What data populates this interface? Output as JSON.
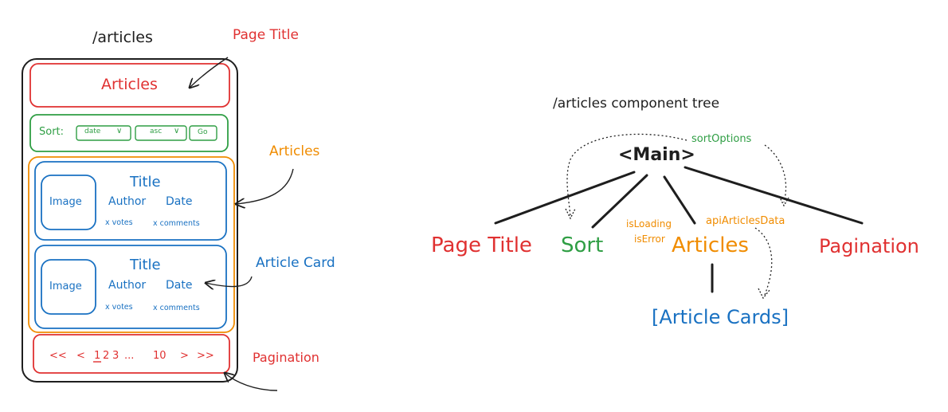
{
  "colors": {
    "red": "#e03131",
    "green": "#2f9e44",
    "orange": "#f08c00",
    "blue": "#1971c2",
    "ink": "#1e1e1e"
  },
  "wireframe": {
    "route": "/articles",
    "header_title": "Articles",
    "sort": {
      "label": "Sort:",
      "field_value": "date",
      "order_value": "asc",
      "go_label": "Go"
    },
    "cards": [
      {
        "image": "Image",
        "title": "Title",
        "author": "Author",
        "date": "Date",
        "votes": "x votes",
        "comments": "x comments"
      },
      {
        "image": "Image",
        "title": "Title",
        "author": "Author",
        "date": "Date",
        "votes": "x votes",
        "comments": "x comments"
      }
    ],
    "pagination": {
      "first": "<<",
      "prev": "<",
      "pages": [
        "1",
        "2",
        "3"
      ],
      "ellipsis": "...",
      "last_page": "10",
      "next": ">",
      "last": ">>"
    }
  },
  "annotations": {
    "page_title": "Page Title",
    "articles": "Articles",
    "article_card": "Article Card",
    "pagination": "Pagination"
  },
  "tree": {
    "title": "/articles component tree",
    "root": "<Main>",
    "children": {
      "page_title": "Page Title",
      "sort": "Sort",
      "articles": "Articles",
      "pagination": "Pagination"
    },
    "grandchild": "[Article Cards]",
    "props": {
      "sort_options": "sortOptions",
      "is_loading": "isLoading",
      "is_error": "isError",
      "api_articles_data": "apiArticlesData"
    }
  }
}
